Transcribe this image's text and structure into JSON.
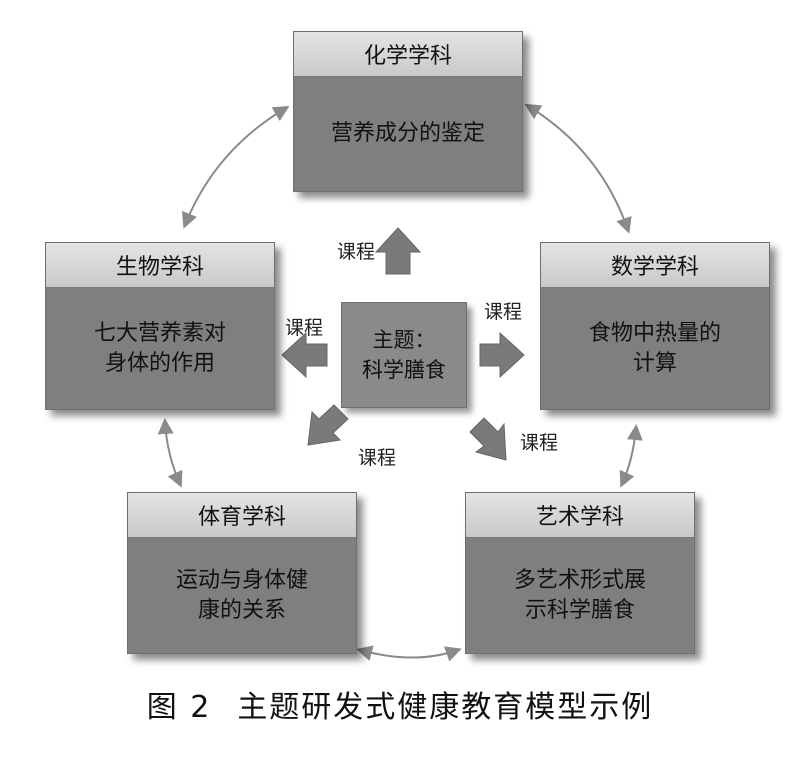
{
  "center": {
    "line1": "主题：",
    "line2": "科学膳食"
  },
  "nodes": {
    "chemistry": {
      "title": "化学学科",
      "body": "营养成分的鉴定"
    },
    "biology": {
      "title": "生物学科",
      "body": "七大营养素对\n身体的作用"
    },
    "math": {
      "title": "数学学科",
      "body": "食物中热量的\n计算"
    },
    "pe": {
      "title": "体育学科",
      "body": "运动与身体健\n康的关系"
    },
    "art": {
      "title": "艺术学科",
      "body": "多艺术形式展\n示科学膳食"
    }
  },
  "course_labels": [
    "课程",
    "课程",
    "课程",
    "课程",
    "课程"
  ],
  "caption": {
    "figure_number": "图 2",
    "title": "主题研发式健康教育模型示例"
  },
  "colors": {
    "header": "#d6d6d6",
    "body": "#7f7f7f",
    "arrow": "#7a7a7a",
    "connector": "#888888"
  }
}
